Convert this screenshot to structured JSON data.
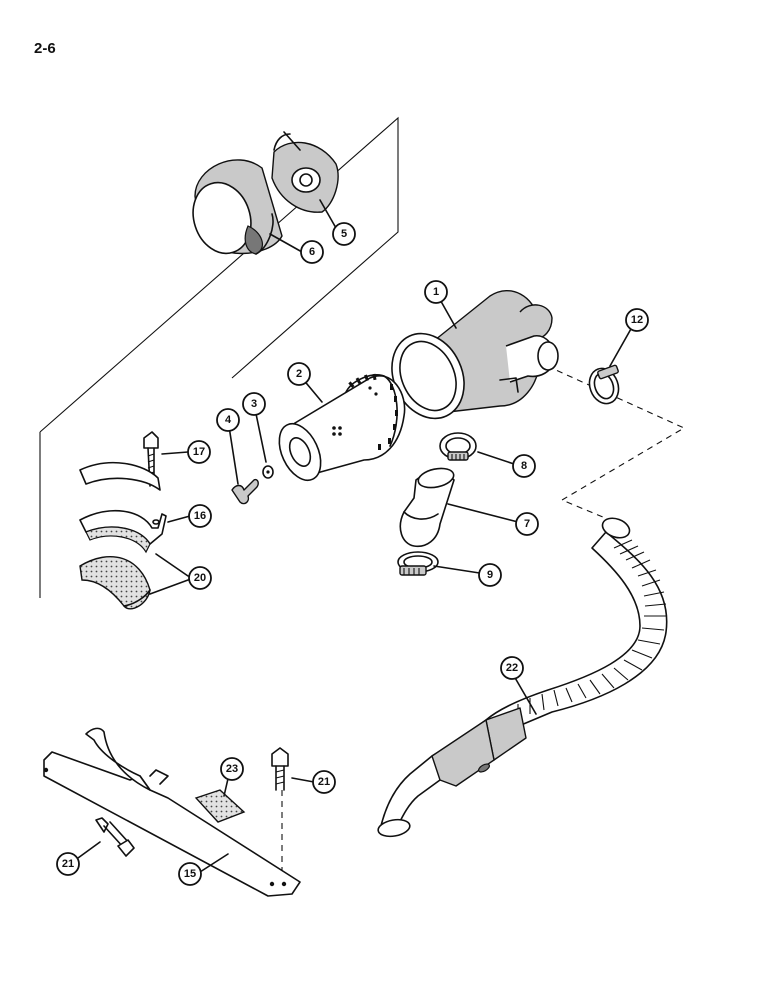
{
  "page_number": "2-6",
  "callouts": {
    "c1": "1",
    "c2": "2",
    "c3": "3",
    "c4": "4",
    "c5": "5",
    "c6": "6",
    "c7": "7",
    "c8": "8",
    "c9": "9",
    "c12": "12",
    "c15": "15",
    "c16": "16",
    "c17": "17",
    "c20": "20",
    "c21a": "21",
    "c21b": "21",
    "c22": "22",
    "c23": "23"
  }
}
